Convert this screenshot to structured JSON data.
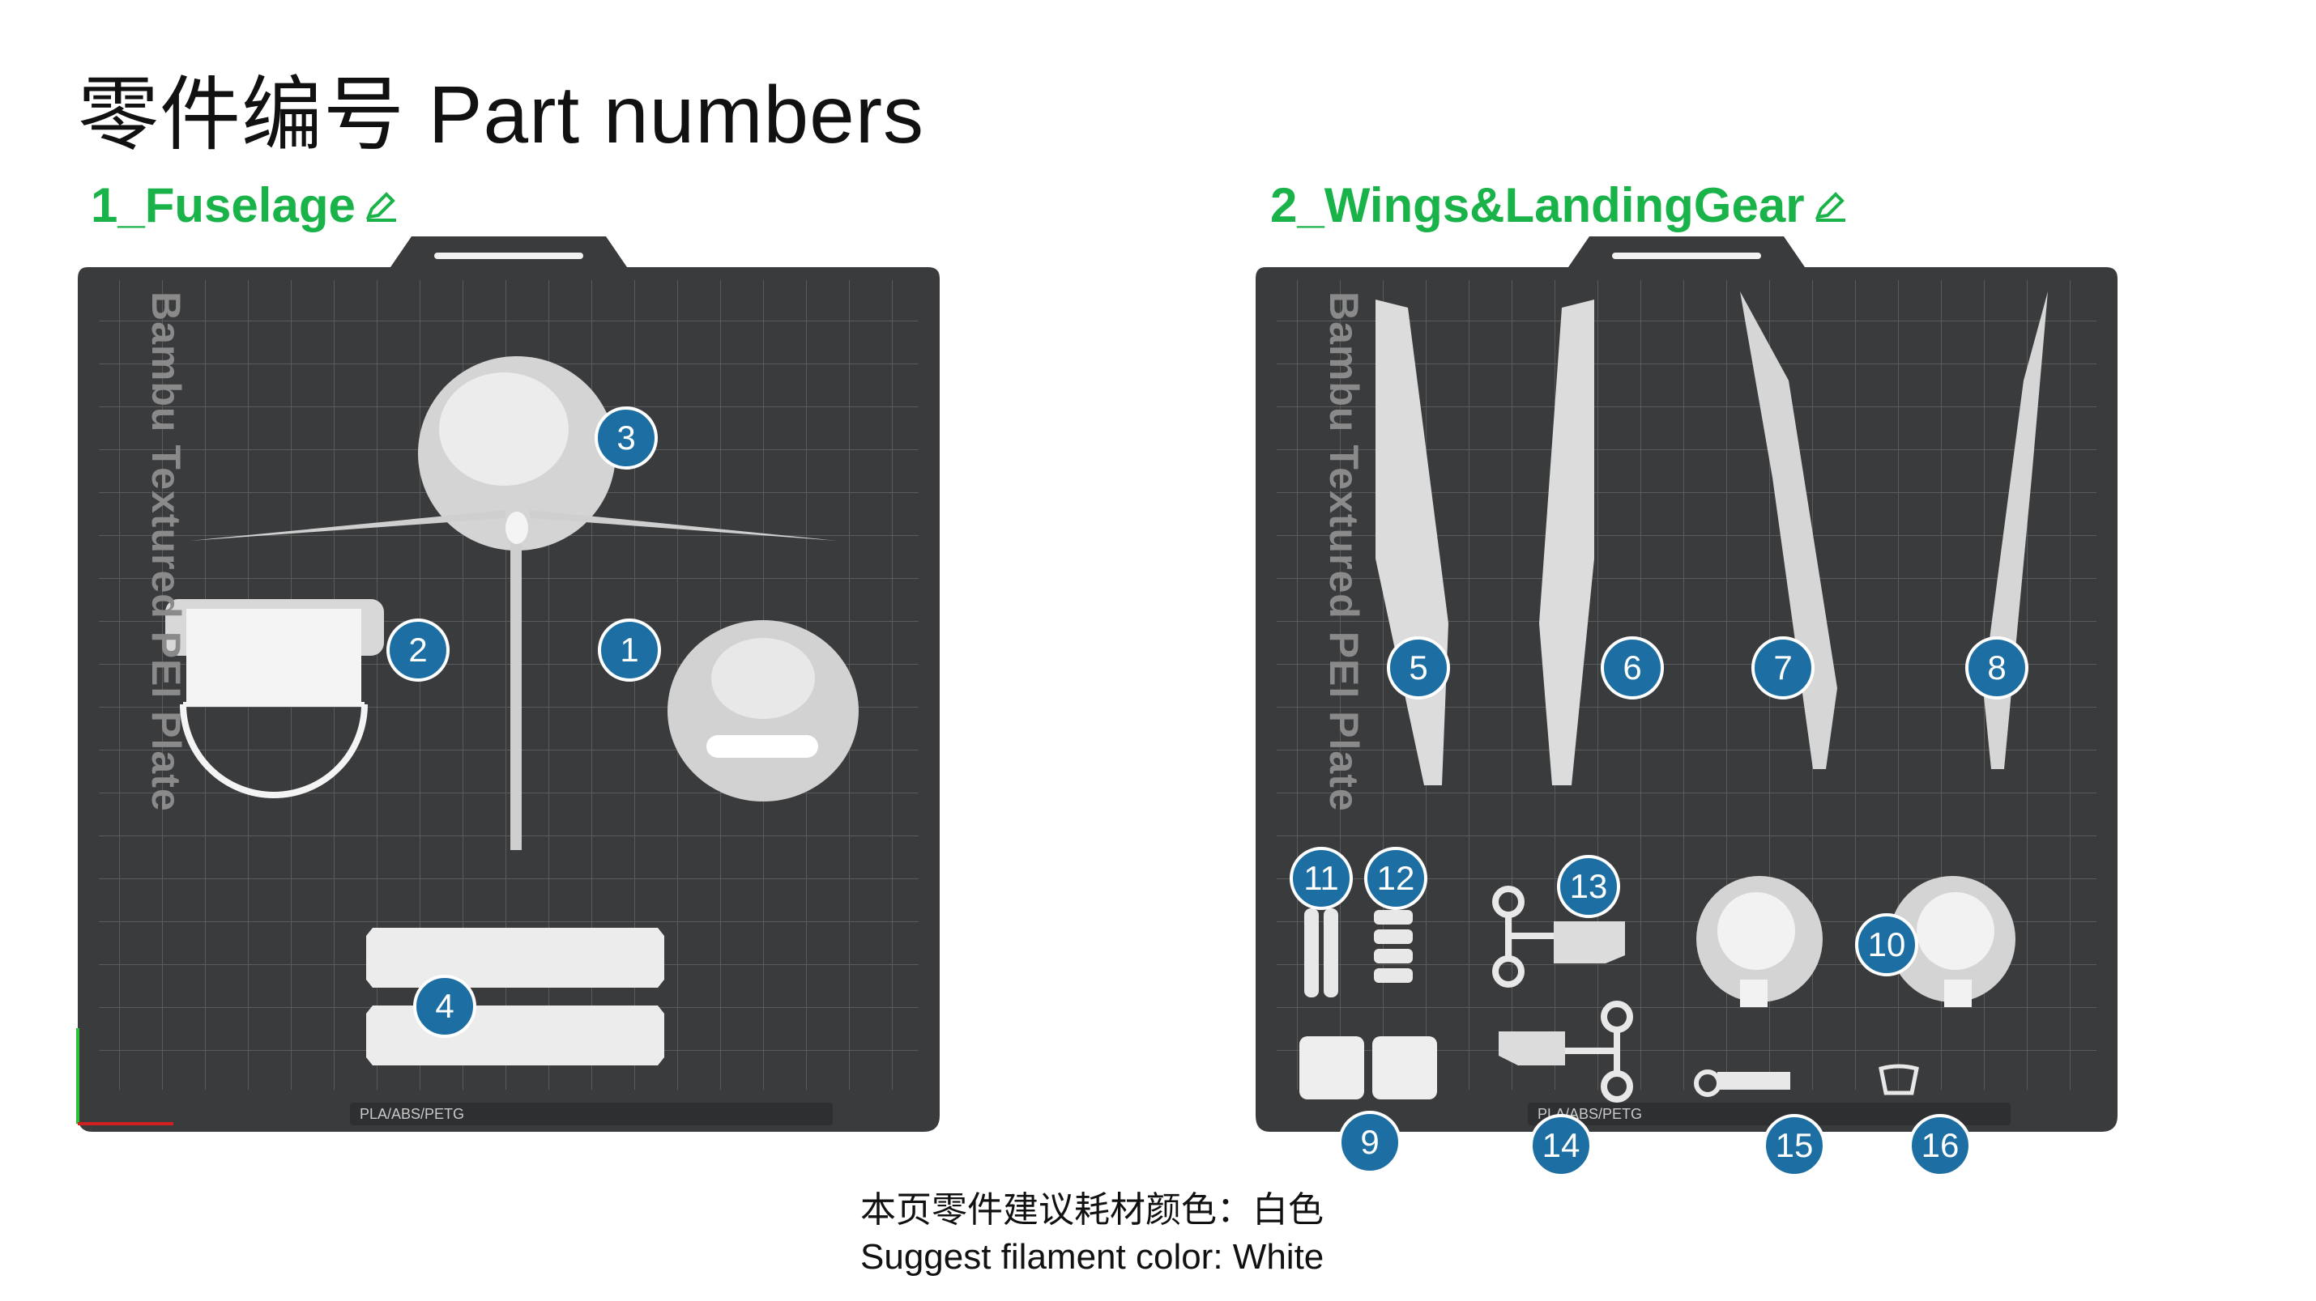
{
  "page": {
    "title": "零件编号 Part numbers",
    "footer_line1": "本页零件建议耗材颜色：白色",
    "footer_line2": "Suggest filament color: White"
  },
  "plates": [
    {
      "name": "1_Fuselage",
      "bed_label": "Bambu Textured PEI Plate",
      "strip_text": "PLA/ABS/PETG",
      "badges": [
        "1",
        "2",
        "3",
        "4"
      ]
    },
    {
      "name": "2_Wings&LandingGear",
      "bed_label": "Bambu Textured PEI Plate",
      "strip_text": "PLA/ABS/PETG",
      "badges": [
        "5",
        "6",
        "7",
        "8",
        "9",
        "10",
        "11",
        "12",
        "13",
        "14",
        "15",
        "16"
      ]
    }
  ],
  "colors": {
    "plate_title": "#19b34a",
    "badge": "#1d6fa3",
    "bed": "#3a3b3d",
    "grid": "#5a5b5d",
    "part": "#e9e9e9"
  },
  "icons": [
    "pencil-icon",
    "axis-icon"
  ]
}
